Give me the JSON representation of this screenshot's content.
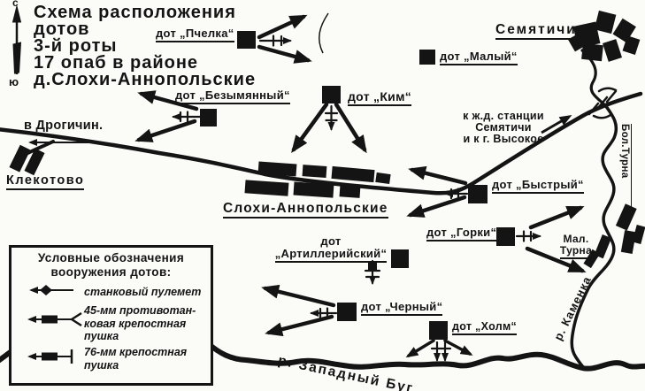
{
  "title": {
    "line1": "Схема расположения",
    "line2": "дотов",
    "line3": "3-й роты",
    "line4": "17 опаб в районе",
    "line5": "д.Слохи-Аннопольские"
  },
  "compass": {
    "north": "с",
    "south": "ю"
  },
  "roads": {
    "drogichin_label": "в Дрогичин.",
    "station_line1": "к ж.д. станции",
    "station_line2": "Семятичи",
    "station_line3": "и к г. Высокое"
  },
  "places": {
    "klekotovo": "Клекотово",
    "semyatichi": "Семятичи",
    "slohi": "Слохи-Аннопольские",
    "mal_turna_line1": "Мал.",
    "mal_turna_line2": "Турна",
    "bol_turna": "Бол.Турна"
  },
  "rivers": {
    "bug": "р. Западный Буг",
    "kamenka": "р. Каменка"
  },
  "dots": {
    "pchelka": "дот „Пчелка“",
    "maly": "дот „Малый“",
    "bezymyanny": "дот „Безымянный“",
    "kim": "дот „Ким“",
    "bystry": "дот „Быстрый“",
    "gorki": "дот „Горки“",
    "artilleriysky_line1": "дот",
    "artilleriysky_line2": "„Артиллерийский“",
    "cherny": "дот „Черный“",
    "kholm": "дот „Холм“"
  },
  "legend": {
    "title_line1": "Условные обозначения",
    "title_line2": "вооружения дотов:",
    "items": [
      {
        "symbol": "machine-gun-symbol",
        "label": "станковый пулемет"
      },
      {
        "symbol": "45mm-fortress-gun-symbol",
        "lines": [
          "45-мм противотан-",
          "ковая крепостная",
          "пушка"
        ]
      },
      {
        "symbol": "76mm-fortress-gun-symbol",
        "lines": [
          "76-мм крепостная",
          "пушка"
        ]
      }
    ]
  },
  "colors": {
    "ink": "#141414",
    "paper": "#fbfbf8"
  }
}
